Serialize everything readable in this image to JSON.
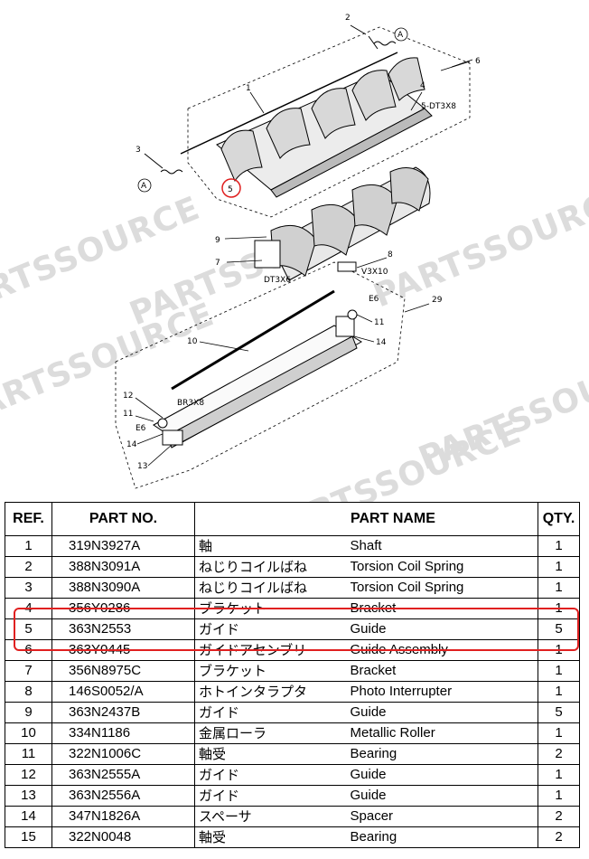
{
  "diagram": {
    "callouts": [
      "1",
      "2",
      "3",
      "4",
      "5",
      "6",
      "7",
      "8",
      "9",
      "10",
      "11",
      "12",
      "13",
      "14",
      "29"
    ],
    "labels": {
      "screw_5dt3x8": "5-DT3X8",
      "screw_dt3x6": "DT3X6",
      "screw_v3x10": "V3X10",
      "screw_br3x8": "BR3X8",
      "e6_upper": "E6",
      "e6_lower": "E6",
      "ref_a_top": "A",
      "ref_a_left": "A",
      "part_11_right": "11",
      "part_14_right": "14",
      "part_11_left": "11",
      "part_14_left": "14"
    },
    "watermark": "PARTSSOURCE",
    "highlight_color": "#e02020"
  },
  "table": {
    "headers": {
      "ref": "REF.",
      "part_no": "PART NO.",
      "part_name": "PART NAME",
      "qty": "QTY."
    },
    "rows": [
      {
        "ref": "1",
        "part_no": "319N3927A",
        "name_jp": "軸",
        "name_en": "Shaft",
        "qty": "1"
      },
      {
        "ref": "2",
        "part_no": "388N3091A",
        "name_jp": "ねじりコイルばね",
        "name_en": "Torsion Coil Spring",
        "qty": "1"
      },
      {
        "ref": "3",
        "part_no": "388N3090A",
        "name_jp": "ねじりコイルばね",
        "name_en": "Torsion Coil Spring",
        "qty": "1"
      },
      {
        "ref": "4",
        "part_no": "356Y0286",
        "name_jp": "ブラケット",
        "name_en": "Bracket",
        "qty": "1"
      },
      {
        "ref": "5",
        "part_no": "363N2553",
        "name_jp": "ガイド",
        "name_en": "Guide",
        "qty": "5"
      },
      {
        "ref": "6",
        "part_no": "363Y0445",
        "name_jp": "ガイドアセンブリ",
        "name_en": "Guide Assembly",
        "qty": "1"
      },
      {
        "ref": "7",
        "part_no": "356N8975C",
        "name_jp": "ブラケット",
        "name_en": "Bracket",
        "qty": "1"
      },
      {
        "ref": "8",
        "part_no": "146S0052/A",
        "name_jp": "ホトインタラプタ",
        "name_en": "Photo Interrupter",
        "qty": "1"
      },
      {
        "ref": "9",
        "part_no": "363N2437B",
        "name_jp": "ガイド",
        "name_en": "Guide",
        "qty": "5"
      },
      {
        "ref": "10",
        "part_no": "334N1186",
        "name_jp": "金属ローラ",
        "name_en": "Metallic Roller",
        "qty": "1"
      },
      {
        "ref": "11",
        "part_no": "322N1006C",
        "name_jp": "軸受",
        "name_en": "Bearing",
        "qty": "2"
      },
      {
        "ref": "12",
        "part_no": "363N2555A",
        "name_jp": "ガイド",
        "name_en": "Guide",
        "qty": "1"
      },
      {
        "ref": "13",
        "part_no": "363N2556A",
        "name_jp": "ガイド",
        "name_en": "Guide",
        "qty": "1"
      },
      {
        "ref": "14",
        "part_no": "347N1826A",
        "name_jp": "スペーサ",
        "name_en": "Spacer",
        "qty": "2"
      },
      {
        "ref": "15",
        "part_no": "322N0048",
        "name_jp": "軸受",
        "name_en": "Bearing",
        "qty": "2"
      }
    ]
  }
}
